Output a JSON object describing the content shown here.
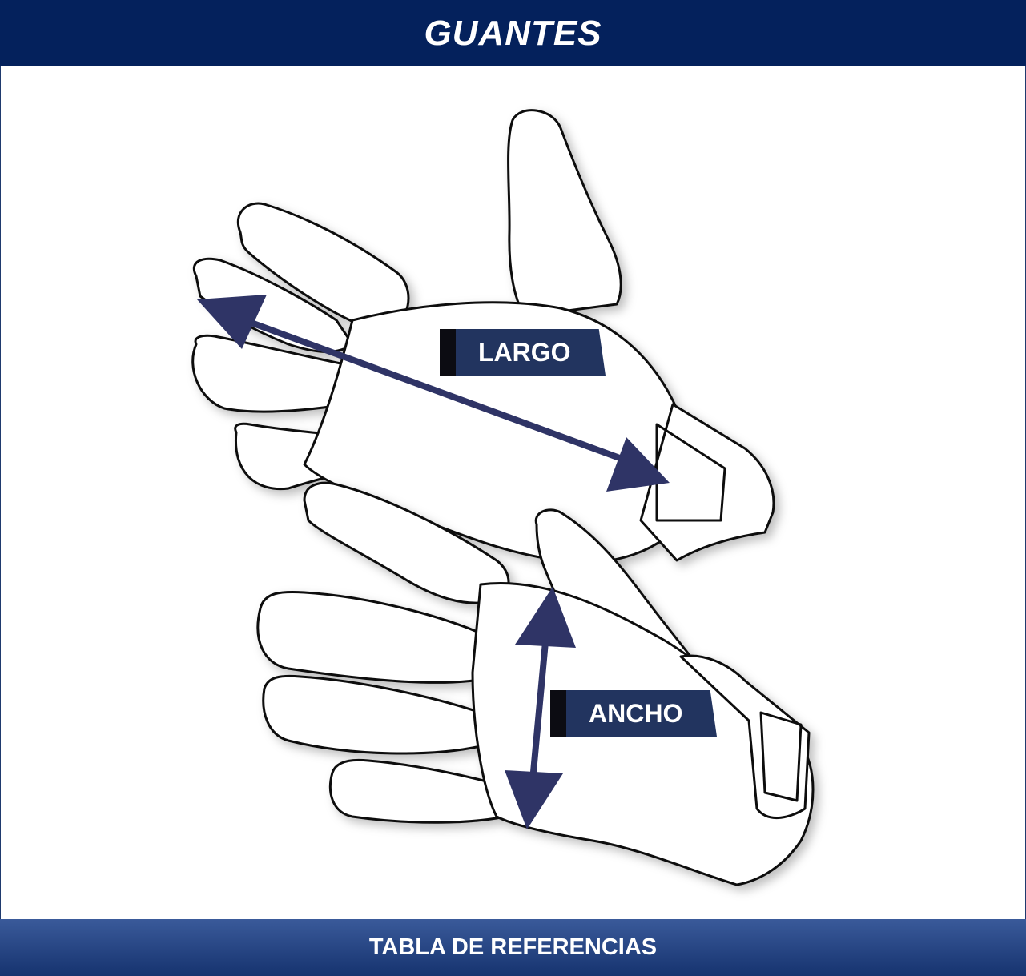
{
  "header": {
    "title": "GUANTES"
  },
  "labels": {
    "largo": "LARGO",
    "ancho": "ANCHO"
  },
  "footer": {
    "text": "TABLA DE REFERENCIAS"
  },
  "colors": {
    "header_bg": "#04215c",
    "footer_bg": "#16336f",
    "arrow": "#2f3466",
    "label_bg": "#22345f"
  },
  "icons": {
    "illustration": "glove-pair-illustration"
  }
}
